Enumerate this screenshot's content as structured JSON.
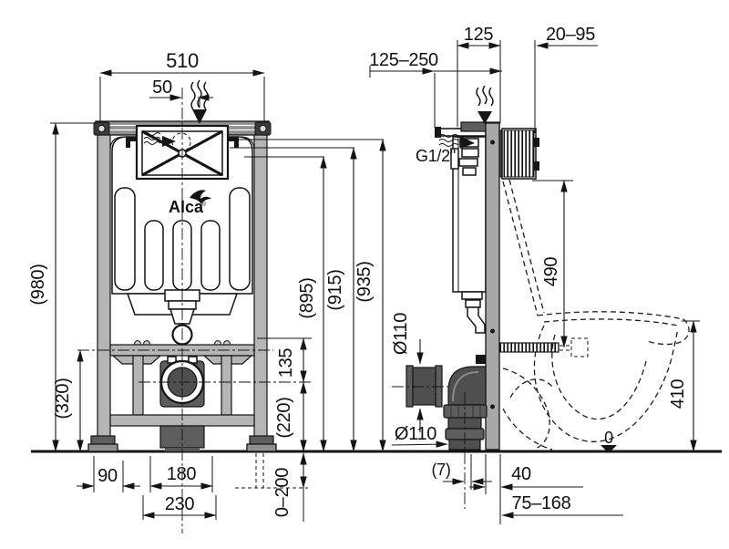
{
  "logo": {
    "name": "Alca",
    "reg": "®"
  },
  "front": {
    "w510": "510",
    "off50": "50",
    "h980": "(980)",
    "h320": "(320)",
    "b90": "90",
    "b180": "180",
    "b230": "230",
    "leg0200": "0–200",
    "m135": "135",
    "m220": "(220)",
    "h895": "(895)",
    "h915": "(915)",
    "h935": "(935)"
  },
  "side": {
    "r125250": "125–250",
    "d125": "125",
    "r2095": "20–95",
    "thread": "G1/2\"",
    "v490": "490",
    "dia1": "Ø110",
    "dia2": "Ø110",
    "v410": "410",
    "datum": "0",
    "g7": "(7)",
    "d40": "40",
    "r75168": "75–168"
  }
}
